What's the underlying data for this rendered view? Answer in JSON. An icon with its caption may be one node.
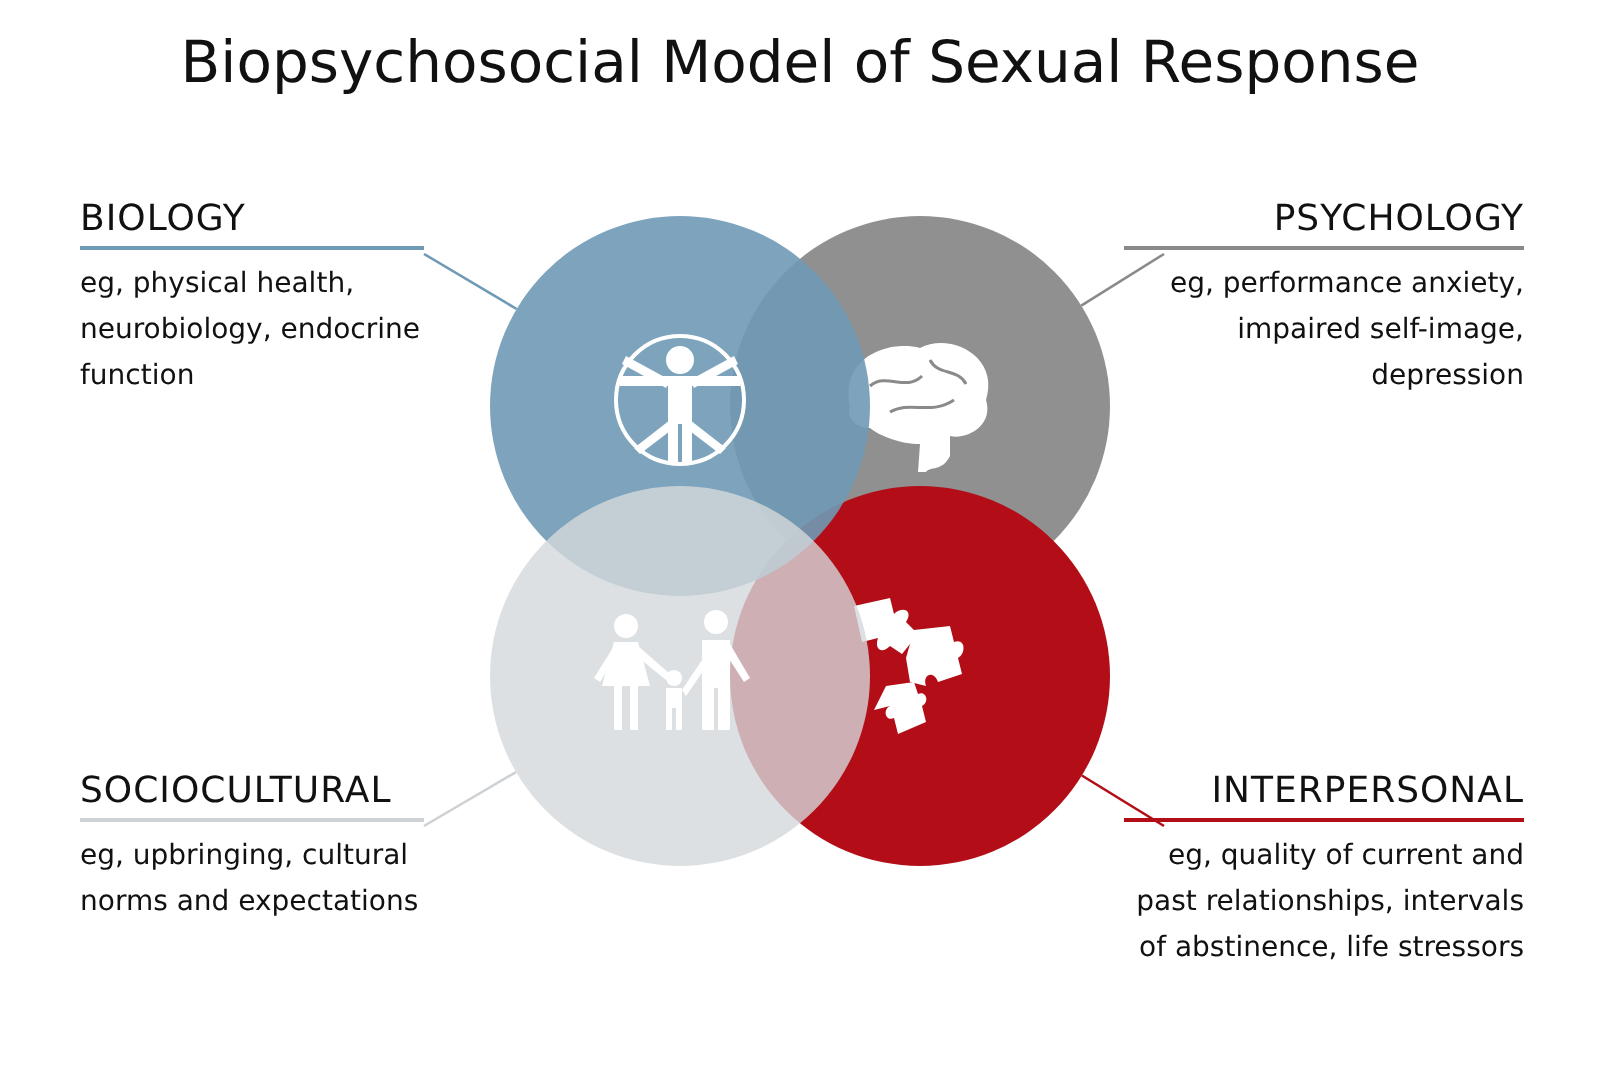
{
  "diagram": {
    "title": "Biopsychosocial Model of Sexual Response",
    "nodes": [
      {
        "text": [
          "BIOLOGY",
          "eg, physical health, neurobiology, endocrine function"
        ]
      },
      {
        "text": [
          "PSYCHOLOGY",
          "eg, performance anxiety, impaired self-image, depression"
        ]
      },
      {
        "text": [],
        "shape": "circle"
      },
      {
        "text": [],
        "shape": "circle"
      },
      {
        "text": [],
        "shape": "circle"
      },
      {
        "text": [],
        "shape": "circle"
      },
      {
        "text": [
          "SOCIOCULTURAL",
          "eg, upbringing, cultural norms and expectations"
        ]
      },
      {
        "text": [
          "INTERPERSONAL",
          "eg, quality of current and past relationships, intervals of abstinence, life stressors"
        ]
      }
    ],
    "edges": [
      {
        "from": 0,
        "to": 2,
        "arrow": "none",
        "color": "#6f9ab5"
      },
      {
        "from": 1,
        "to": 3,
        "arrow": "none",
        "color": "#8a8a8a"
      },
      {
        "from": 6,
        "to": 4,
        "arrow": "none",
        "color": "#cfd2d5"
      },
      {
        "from": 7,
        "to": 5,
        "arrow": "none",
        "color": "#b30d17"
      }
    ]
  }
}
